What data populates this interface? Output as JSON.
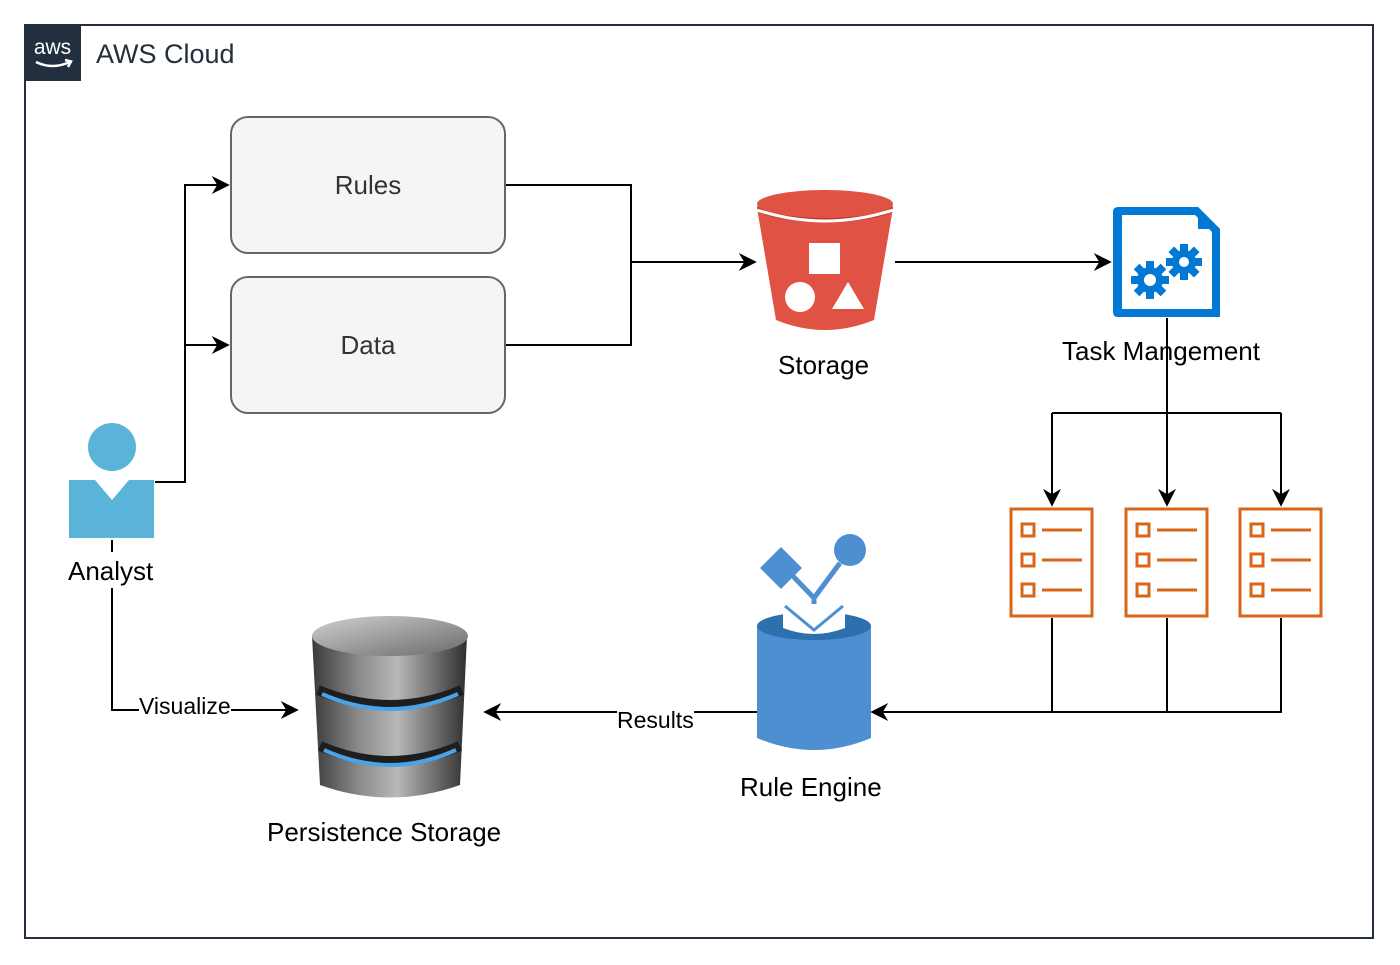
{
  "cloud": {
    "logo_text": "aws",
    "title": "AWS Cloud"
  },
  "nodes": {
    "rules": "Rules",
    "data": "Data",
    "storage": "Storage",
    "task_management": "Task Mangement",
    "rule_engine": "Rule Engine",
    "persistence_storage": "Persistence Storage",
    "analyst": "Analyst"
  },
  "edges": {
    "visualize": "Visualize",
    "results": "Results"
  },
  "colors": {
    "frame": "#232f3e",
    "bucket_red": "#e05243",
    "task_blue": "#0078d4",
    "checklist_orange": "#d9651a",
    "engine_blue": "#4d8fd1",
    "analyst_blue": "#5ab4da"
  },
  "icons": [
    "aws-logo-icon",
    "s3-bucket-icon",
    "task-management-icon",
    "checklist-icon",
    "rule-engine-icon",
    "database-icon",
    "analyst-icon"
  ]
}
